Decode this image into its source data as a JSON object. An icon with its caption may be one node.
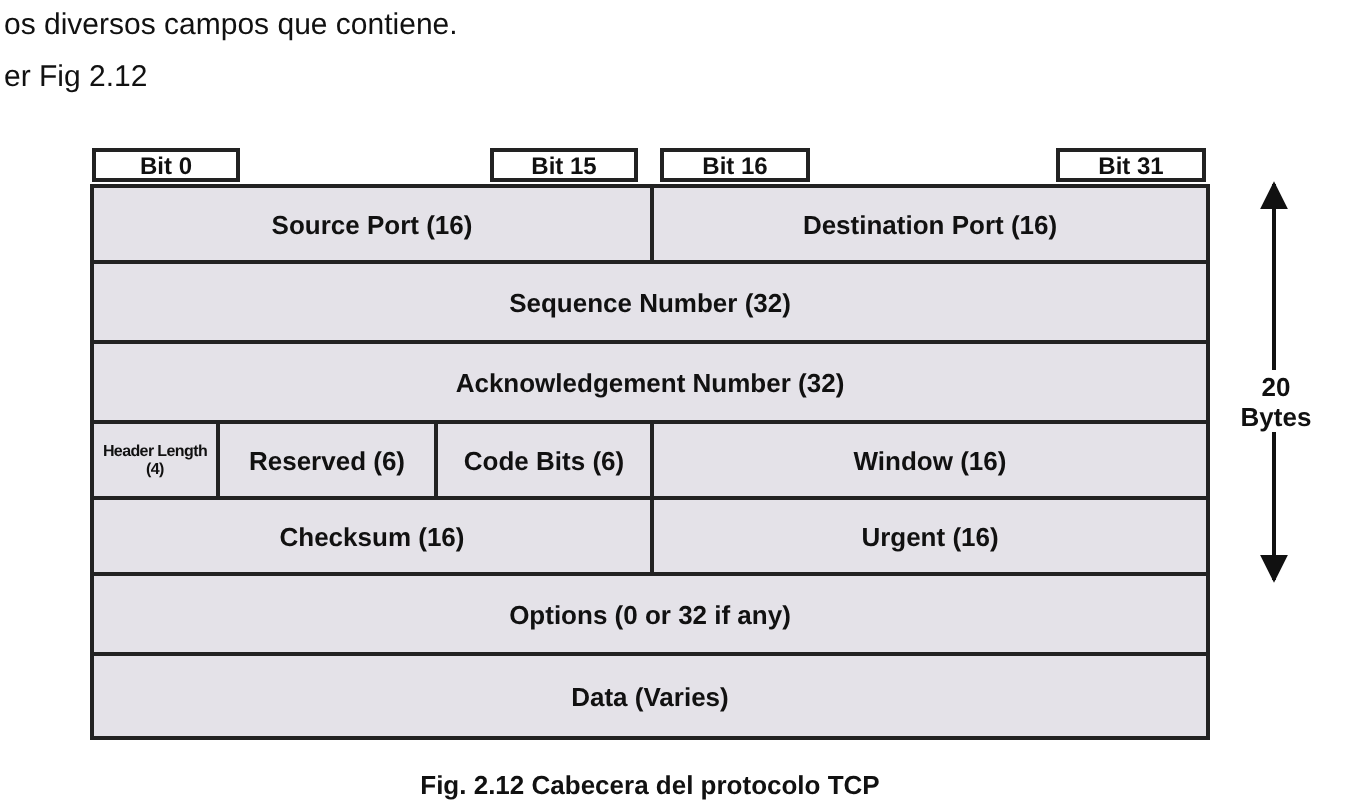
{
  "diagram": {
    "caption": "Fig. 2.12 Cabecera del protocolo TCP",
    "labels": [
      "os diversos campos que contiene.",
      "er Fig 2.12",
      "Bit 0",
      "Bit 15",
      "Bit 16",
      "Bit 31",
      "Source Port (16)",
      "Destination Port (16)",
      "Sequence Number (32)",
      "Acknowledgement Number (32)",
      "Header Length (4)",
      "Reserved (6)",
      "Code Bits (6)",
      "Window (16)",
      "Checksum (16)",
      "Urgent (16)",
      "Options (0 or 32 if any)",
      "Data (Varies)",
      "20 Bytes"
    ]
  }
}
